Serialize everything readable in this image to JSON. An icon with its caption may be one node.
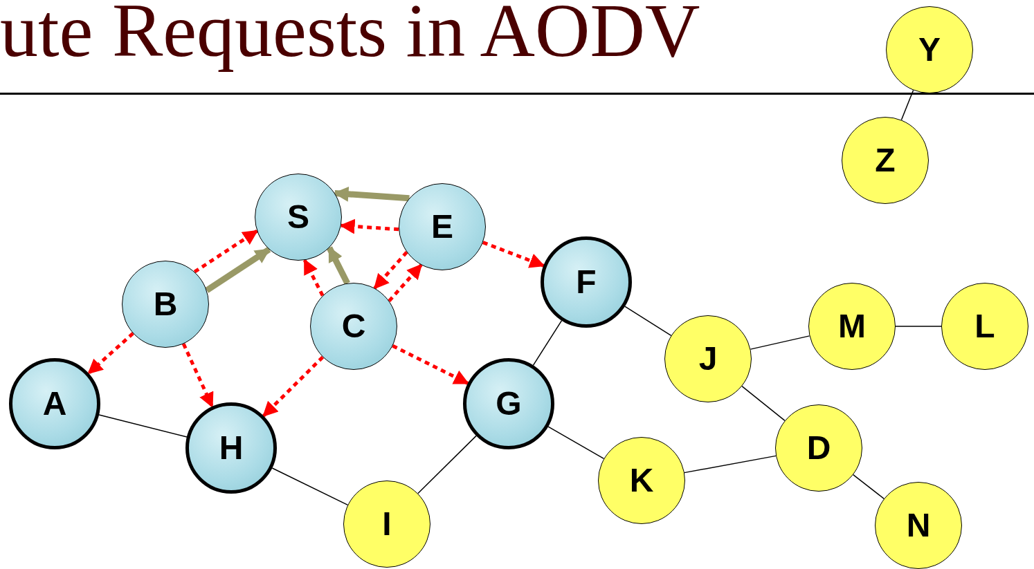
{
  "diagram": {
    "title": "ute Requests in AODV",
    "nodes": [
      {
        "text": [
          "Y"
        ]
      },
      {
        "text": [
          "Z"
        ]
      },
      {
        "text": [
          "S"
        ]
      },
      {
        "text": [
          "E"
        ]
      },
      {
        "text": [
          "B"
        ]
      },
      {
        "text": [
          "C"
        ]
      },
      {
        "text": [
          "F"
        ]
      },
      {
        "text": [
          "A"
        ]
      },
      {
        "text": [
          "H"
        ]
      },
      {
        "text": [
          "G"
        ]
      },
      {
        "text": [
          "J"
        ]
      },
      {
        "text": [
          "M"
        ]
      },
      {
        "text": [
          "L"
        ]
      },
      {
        "text": [
          "D"
        ]
      },
      {
        "text": [
          "K"
        ]
      },
      {
        "text": [
          "I"
        ]
      },
      {
        "text": [
          "N"
        ]
      }
    ],
    "edges": [
      {
        "from": 0,
        "to": 1,
        "arrow": "none"
      },
      {
        "from": 6,
        "to": 10,
        "arrow": "none"
      },
      {
        "from": 6,
        "to": 9,
        "arrow": "none"
      },
      {
        "from": 10,
        "to": 11,
        "arrow": "none"
      },
      {
        "from": 11,
        "to": 12,
        "arrow": "none"
      },
      {
        "from": 10,
        "to": 13,
        "arrow": "none"
      },
      {
        "from": 14,
        "to": 13,
        "arrow": "none"
      },
      {
        "from": 13,
        "to": 16,
        "arrow": "none"
      },
      {
        "from": 9,
        "to": 14,
        "arrow": "none"
      },
      {
        "from": 9,
        "to": 15,
        "arrow": "none"
      },
      {
        "from": 8,
        "to": 15,
        "arrow": "none"
      },
      {
        "from": 7,
        "to": 8,
        "arrow": "none"
      },
      {
        "from": 3,
        "to": 2,
        "arrow": "to",
        "style": "thick",
        "color": "#999966"
      },
      {
        "from": 3,
        "to": 2,
        "arrow": "to",
        "style": "dashed",
        "color": "#ff0000"
      },
      {
        "from": 4,
        "to": 2,
        "arrow": "to",
        "style": "dashed",
        "color": "#ff0000"
      },
      {
        "from": 4,
        "to": 2,
        "arrow": "to",
        "style": "thick",
        "color": "#999966"
      },
      {
        "from": 5,
        "to": 2,
        "arrow": "to",
        "style": "dashed",
        "color": "#ff0000"
      },
      {
        "from": 5,
        "to": 2,
        "arrow": "to",
        "style": "thick",
        "color": "#999966"
      },
      {
        "from": 3,
        "to": 5,
        "arrow": "to",
        "style": "dashed",
        "color": "#ff0000"
      },
      {
        "from": 5,
        "to": 3,
        "arrow": "to",
        "style": "dashed",
        "color": "#ff0000"
      },
      {
        "from": 3,
        "to": 6,
        "arrow": "to",
        "style": "dashed",
        "color": "#ff0000"
      },
      {
        "from": 4,
        "to": 7,
        "arrow": "to",
        "style": "dashed",
        "color": "#ff0000"
      },
      {
        "from": 4,
        "to": 8,
        "arrow": "to",
        "style": "dashed",
        "color": "#ff0000"
      },
      {
        "from": 5,
        "to": 8,
        "arrow": "to",
        "style": "dashed",
        "color": "#ff0000"
      },
      {
        "from": 5,
        "to": 9,
        "arrow": "to",
        "style": "dashed",
        "color": "#ff0000"
      }
    ]
  }
}
